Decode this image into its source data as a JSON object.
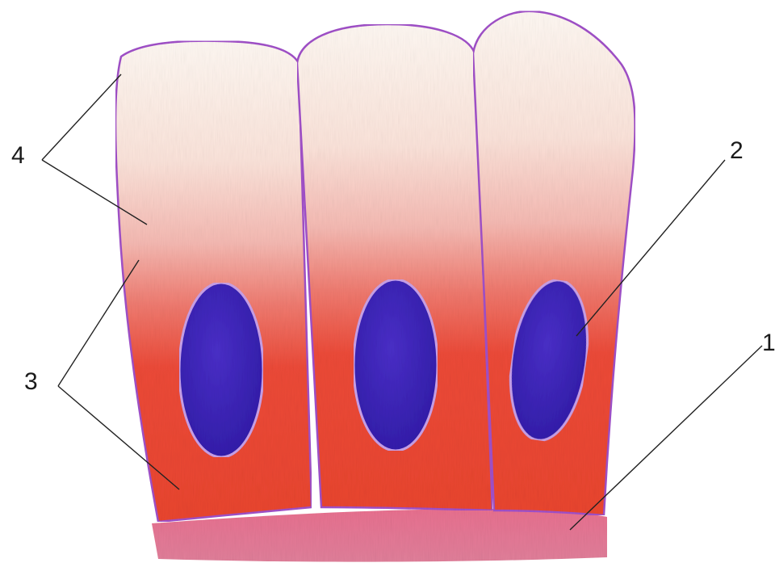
{
  "labels": {
    "basement_membrane": "1",
    "nucleus": "2",
    "cytoplasm_basal": "3",
    "cytoplasm_apical": "4"
  },
  "colors": {
    "cell_outline": "#a050c8",
    "apical_top": "#fdf3ea",
    "apical_mid": "#f4b2ac",
    "basal": "#ea3f2f",
    "nucleus": "#3a1fb8",
    "membrane": "#e36a8d",
    "leader_line": "#222222"
  }
}
